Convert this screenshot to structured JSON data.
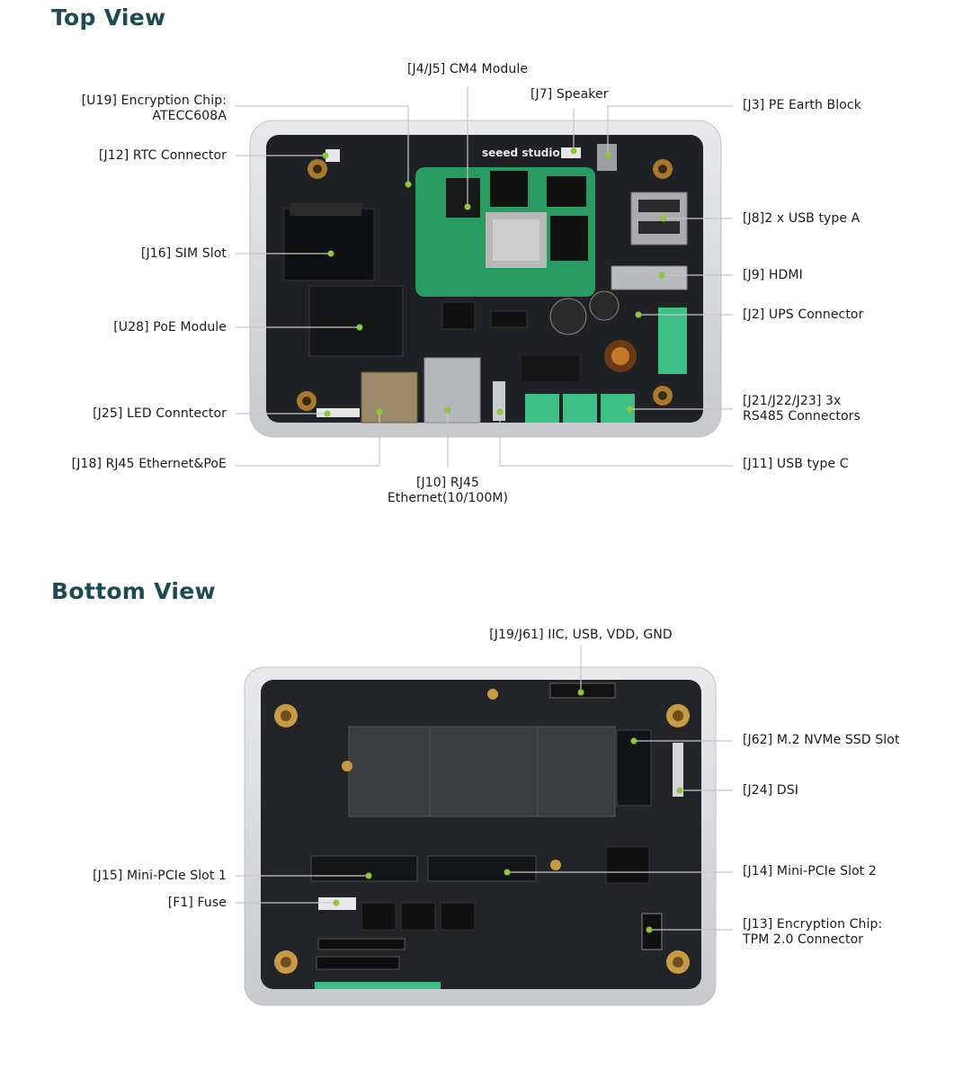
{
  "top_view": {
    "title": "Top View",
    "board_brand": "seeed studio",
    "labels": {
      "j4j5": "[J4/J5] CM4 Module",
      "u19_line1": "[U19] Encryption Chip:",
      "u19_line2": "ATECC608A",
      "j7": "[J7] Speaker",
      "j3": "[J3] PE Earth Block",
      "j12": "[J12] RTC Connector",
      "j8": "[J8]2 x USB type A",
      "j16": "[J16] SIM Slot",
      "j9": "[J9] HDMI",
      "u28": "[U28] PoE Module",
      "j2": "[J2] UPS Connector",
      "j21_line1": "[J21/J22/J23] 3x",
      "j21_line2": "RS485 Connectors",
      "j25": "[J25] LED Conntector",
      "j18": "[J18] RJ45 Ethernet&PoE",
      "j11": "[J11] USB type C",
      "j10_line1": "[J10] RJ45",
      "j10_line2": "Ethernet(10/100M)"
    }
  },
  "bottom_view": {
    "title": "Bottom View",
    "labels": {
      "j19": "[J19/J61] IIC, USB, VDD, GND",
      "j62": "[J62] M.2 NVMe SSD Slot",
      "j24": "[J24] DSI",
      "j15": "[J15] Mini-PCIe Slot 1",
      "j14": "[J14] Mini-PCIe Slot 2",
      "f1": "[F1] Fuse",
      "j13_line1": "[J13] Encryption Chip:",
      "j13_line2": "TPM 2.0 Connector"
    }
  },
  "colors": {
    "title": "#1c4b52",
    "leader_line": "#c6c6c6",
    "dot": "#8dc63f",
    "pcb": "#1f2124",
    "enclosure": "#d9dadc",
    "terminal": "#3dbf86",
    "cm4": "#2a9a63"
  }
}
